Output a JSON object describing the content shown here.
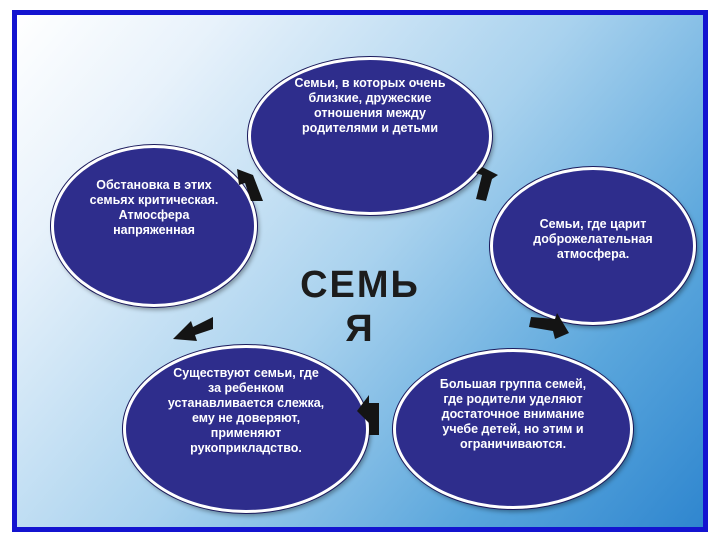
{
  "center_title": {
    "line1": "СЕМЬ",
    "line2": "Я"
  },
  "nodes": [
    {
      "text": "Семьи, в которых очень близкие, дружеские отношения между родителями и детьми"
    },
    {
      "text": "Семьи, где царит доброжелательная атмосфера."
    },
    {
      "text": "Большая группа семей, где родители уделяют достаточное внимание учебе детей, но этим и ограничиваются."
    },
    {
      "text": "Существуют семьи, где за ребенком устанавливается слежка, ему не доверяют, применяют рукоприкладство."
    },
    {
      "text": "Обстановка в этих семьях критическая. Атмосфера напряженная"
    }
  ],
  "colors": {
    "node_fill": "#2e2d8c",
    "border": "#1414d0",
    "arrow": "#141414"
  }
}
